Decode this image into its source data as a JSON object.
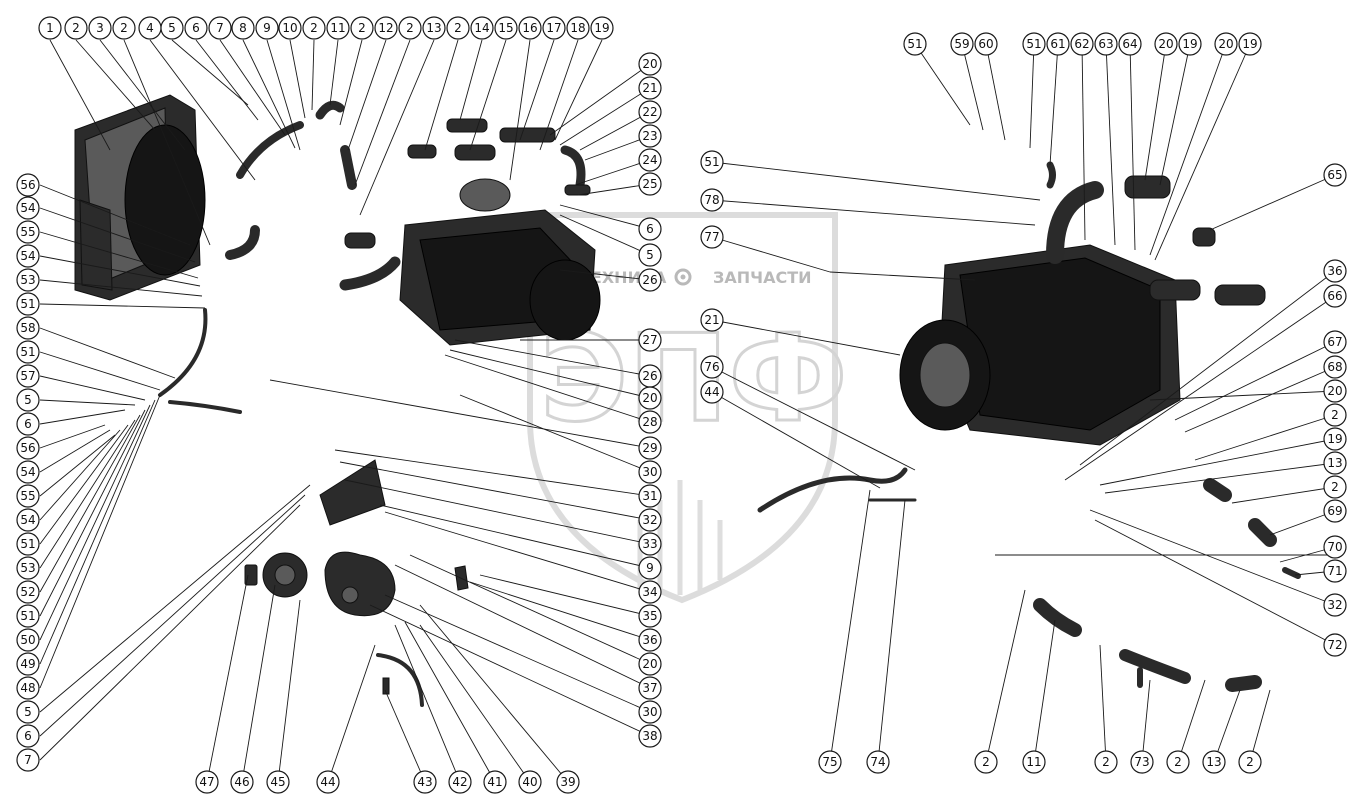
{
  "watermark": {
    "text_left": "ТЕХНИКА",
    "text_right": "ЗАПЧАСТИ",
    "logo": "ЭПФ",
    "gear_icon": "gear-icon",
    "color": "#b9b9b9"
  },
  "callouts": {
    "top_row_left": [
      "1",
      "2",
      "3",
      "2",
      "4",
      "5",
      "6",
      "7",
      "8",
      "9",
      "10",
      "2",
      "11",
      "2",
      "12",
      "2",
      "13",
      "2",
      "14",
      "15",
      "16",
      "17",
      "18",
      "19"
    ],
    "left_column": [
      "56",
      "54",
      "55",
      "54",
      "53",
      "51",
      "58",
      "51",
      "57",
      "5",
      "6",
      "56",
      "54",
      "55",
      "54",
      "51",
      "53",
      "52",
      "51",
      "50",
      "49",
      "48",
      "5",
      "6",
      "7"
    ],
    "center_right_column": [
      "20",
      "21",
      "22",
      "23",
      "24",
      "25",
      "6",
      "5",
      "26",
      "27",
      "26",
      "20",
      "28",
      "29",
      "30",
      "31",
      "32",
      "33",
      "9",
      "34",
      "35",
      "36",
      "20",
      "37",
      "30",
      "38"
    ],
    "bottom_row_left": [
      "47",
      "46",
      "45",
      "44",
      "43",
      "42",
      "41",
      "40",
      "39"
    ],
    "top_row_right": [
      "51",
      "59",
      "60",
      "51",
      "61",
      "62",
      "63",
      "64",
      "20",
      "19",
      "20",
      "19"
    ],
    "right_side_left": [
      "51",
      "78",
      "77",
      "21",
      "76",
      "44"
    ],
    "right_side_right": [
      "65",
      "36",
      "66",
      "67",
      "68",
      "20",
      "2",
      "19",
      "13",
      "2",
      "69",
      "70",
      "71",
      "32",
      "72"
    ],
    "bottom_row_right": [
      "75",
      "74",
      "2",
      "11",
      "2",
      "73",
      "2",
      "13",
      "2"
    ]
  }
}
